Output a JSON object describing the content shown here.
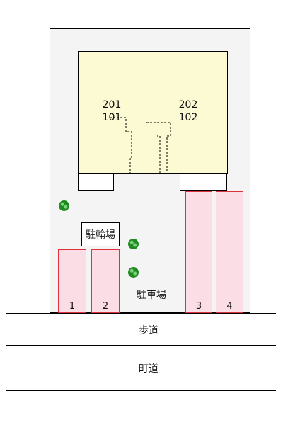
{
  "units": {
    "left_upper": "201",
    "left_lower": "101",
    "right_upper": "202",
    "right_lower": "102"
  },
  "bike_parking": "駐輪場",
  "car_parking": "駐車場",
  "spots": [
    "1",
    "2",
    "3",
    "4"
  ],
  "sidewalk": "歩道",
  "street": "町道",
  "colors": {
    "building": "#fbfad3",
    "parking_fill": "#fbdde6",
    "parking_border": "#e0303a",
    "tree": "#1f8a1f"
  }
}
